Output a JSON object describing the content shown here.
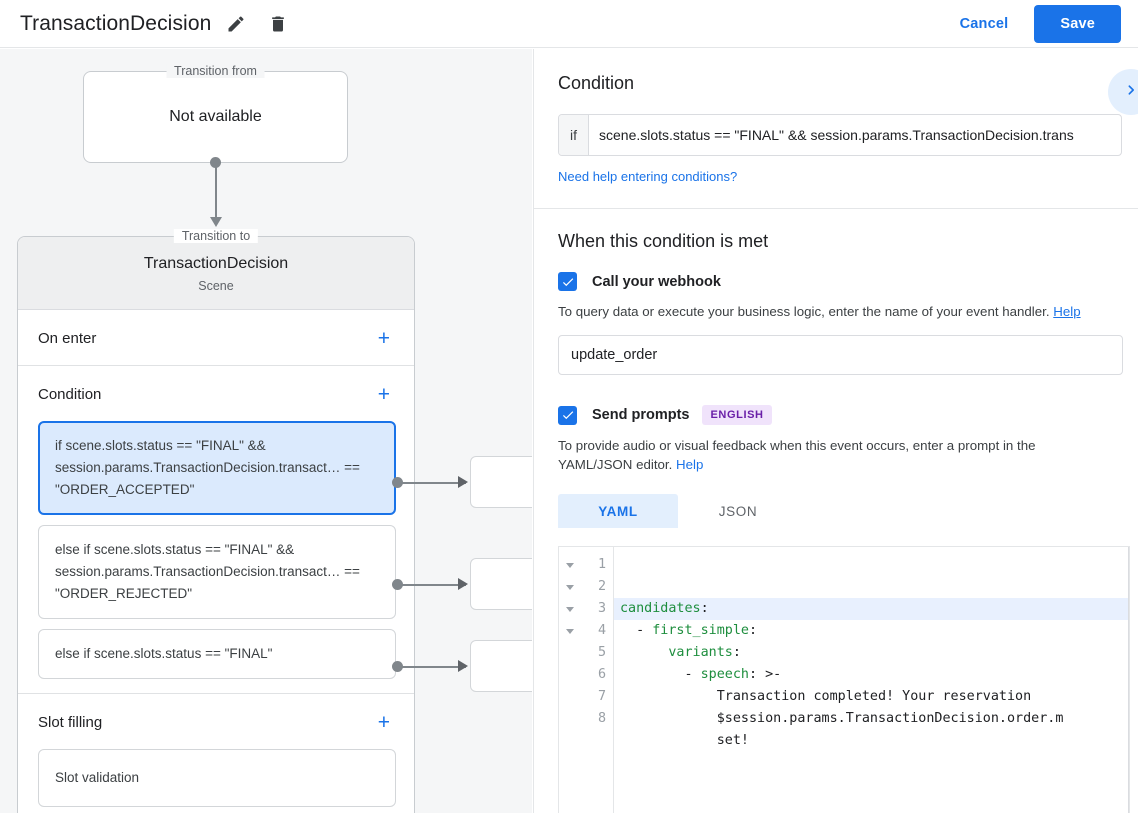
{
  "appbar": {
    "title": "TransactionDecision",
    "edit_icon": "pencil-icon",
    "delete_icon": "trash-icon",
    "cancel_label": "Cancel",
    "save_label": "Save",
    "accent_color": "#1a73e8"
  },
  "canvas": {
    "transition_from": {
      "legend": "Transition from",
      "body": "Not available"
    },
    "transition_to": {
      "legend": "Transition to",
      "scene_name": "TransactionDecision",
      "scene_kind": "Scene"
    },
    "sections": [
      {
        "title": "On enter",
        "add_label": "+"
      },
      {
        "title": "Condition",
        "add_label": "+"
      },
      {
        "title": "Slot filling",
        "add_label": "+"
      }
    ],
    "conditions": [
      {
        "text": "if scene.slots.status == \"FINAL\" && session.params.TransactionDecision.transact… == \"ORDER_ACCEPTED\"",
        "selected": true
      },
      {
        "text": "else if scene.slots.status == \"FINAL\" && session.params.TransactionDecision.transact… == \"ORDER_REJECTED\"",
        "selected": false
      },
      {
        "text": "else if scene.slots.status == \"FINAL\"",
        "selected": false
      }
    ],
    "slot_filling": [
      {
        "text": "Slot validation"
      }
    ]
  },
  "panel": {
    "condition": {
      "heading": "Condition",
      "expand_icon": "chevron-right-icon",
      "if_label": "if",
      "if_value": "scene.slots.status == \"FINAL\" && session.params.TransactionDecision.trans",
      "help_link": "Need help entering conditions?"
    },
    "when_met": {
      "heading": "When this condition is met",
      "webhook": {
        "checked": true,
        "label": "Call your webhook",
        "description": "To query data or execute your business logic, enter the name of your event handler. ",
        "help_label": "Help",
        "handler_value": "update_order"
      },
      "prompts": {
        "checked": true,
        "label": "Send prompts",
        "badge": "ENGLISH",
        "badge_bg": "#f0e3fb",
        "badge_fg": "#6a1fa8",
        "description": "To provide audio or visual feedback when this event occurs, enter a prompt in the YAML/JSON editor. ",
        "help_label": "Help",
        "tabs": [
          {
            "label": "YAML",
            "active": true
          },
          {
            "label": "JSON",
            "active": false
          }
        ]
      }
    },
    "editor": {
      "line_numbers": [
        "1",
        "2",
        "3",
        "4",
        "5",
        "6",
        "7",
        "8"
      ],
      "fold_rows": 4,
      "lines": [
        {
          "key": "candidates",
          "punct": ":",
          "indent": 0,
          "dash": false,
          "tail": "",
          "highlight": true
        },
        {
          "key": "first_simple",
          "punct": ":",
          "indent": 2,
          "dash": true,
          "tail": "",
          "highlight": false
        },
        {
          "key": "variants",
          "punct": ":",
          "indent": 6,
          "dash": false,
          "tail": "",
          "highlight": false
        },
        {
          "key": "speech",
          "punct": ":",
          "indent": 8,
          "dash": true,
          "tail": " >-",
          "highlight": false
        },
        {
          "key": "",
          "punct": "",
          "indent": 12,
          "dash": false,
          "tail": "Transaction completed! Your reservation",
          "highlight": false
        },
        {
          "key": "",
          "punct": "",
          "indent": 12,
          "dash": false,
          "tail": "$session.params.TransactionDecision.order.m",
          "highlight": false
        },
        {
          "key": "",
          "punct": "",
          "indent": 12,
          "dash": false,
          "tail": "set!",
          "highlight": false
        },
        {
          "key": "",
          "punct": "",
          "indent": 0,
          "dash": false,
          "tail": "",
          "highlight": false
        }
      ]
    }
  }
}
